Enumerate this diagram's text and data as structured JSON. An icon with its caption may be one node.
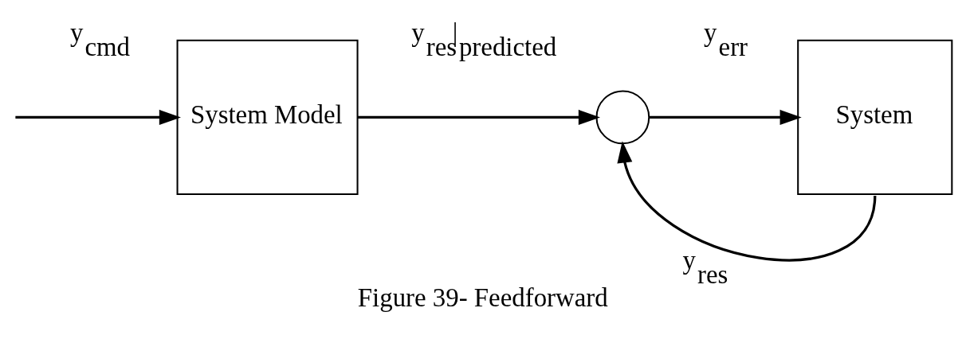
{
  "diagram": {
    "caption": "Figure 39- Feedforward",
    "nodes": [
      {
        "text": [
          "System Model"
        ]
      },
      {
        "text": [],
        "shape": "circle"
      },
      {
        "text": [
          "System"
        ]
      }
    ],
    "edges": [
      {
        "from": null,
        "to": 0,
        "arrow": "to",
        "label": "y$_{cmd}$"
      },
      {
        "from": 0,
        "to": 1,
        "arrow": "to",
        "label": "y$_{res}$|$_{predicted}$"
      },
      {
        "from": 1,
        "to": 2,
        "arrow": "to",
        "label": "y$_{err}$"
      },
      {
        "from": 2,
        "to": 1,
        "arrow": "to",
        "label": "y$_{res}$"
      }
    ]
  }
}
